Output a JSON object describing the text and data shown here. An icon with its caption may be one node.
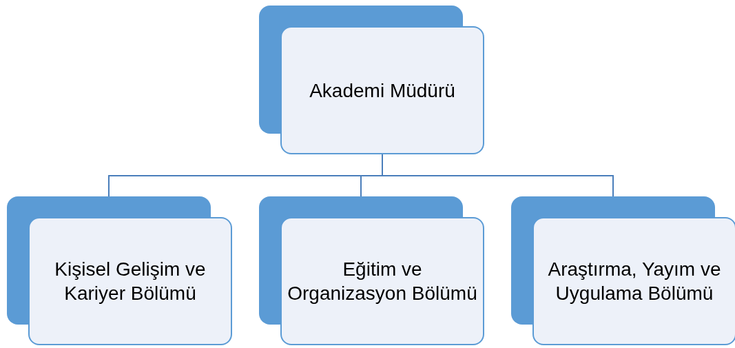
{
  "diagram": {
    "nodes": [
      {
        "text": [
          "Akademi Müdürü"
        ]
      },
      {
        "text": [
          "Kişisel Gelişim ve Kariyer Bölümü"
        ]
      },
      {
        "text": [
          "Eğitim ve Organizasyon Bölümü"
        ]
      },
      {
        "text": [
          "Araştırma, Yayım ve Uygulama Bölümü"
        ]
      }
    ],
    "edges": [
      {
        "from": 0,
        "to": 1,
        "arrow": "none"
      },
      {
        "from": 0,
        "to": 2,
        "arrow": "none"
      },
      {
        "from": 0,
        "to": 3,
        "arrow": "none"
      }
    ]
  }
}
